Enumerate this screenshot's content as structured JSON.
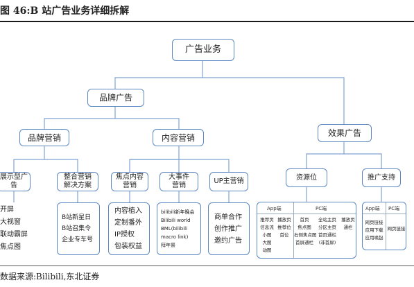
{
  "figure": {
    "title": "图 46:B 站广告业务详细拆解",
    "source": "数据来源:Bilibili,东北证券"
  },
  "nodes": {
    "root": "广告业务",
    "brand_ads": "品牌广告",
    "performance_ads": "效果广告",
    "brand_marketing": "品牌营销",
    "content_marketing": "内容营销",
    "display_ads": "展示型广告",
    "integrated_marketing": "整合营销解决方案",
    "focus_content": "焦点内容营销",
    "major_events": "大事件营销",
    "up_marketing": "UP主营销",
    "resource_slot": "资源位",
    "promotion_support": "推广支持"
  },
  "leaves": {
    "display_ads": [
      "开屏",
      "大视窗",
      "联动霸屏",
      "焦点图"
    ],
    "integrated_marketing": [
      "B站新星日",
      "B站召集令",
      "企业专车号"
    ],
    "focus_content": [
      "内容植入",
      "定制番外",
      "IP授权",
      "包装权益"
    ],
    "major_events": [
      "bilibili新年晚会",
      "Bilibili world",
      "BML(bilibili",
      "macro link)",
      "拜年祭"
    ],
    "up_marketing": [
      "商单合作",
      "创作推广",
      "邀约广告"
    ]
  },
  "resource_slot": {
    "headers": {
      "app": "App端",
      "pc": "PC端"
    },
    "app_cols": [
      [
        "推荐页",
        "信息流",
        "小图",
        "大图",
        "动图"
      ],
      [
        "播放页",
        "推荐位",
        "首位"
      ]
    ],
    "pc_cols": [
      [
        "首页",
        "焦点图",
        "右侧焦点图",
        "首屏通栏"
      ],
      [
        "全站主页",
        "分区主页",
        "首页通栏",
        "(非首屏)"
      ],
      [
        "播放页",
        "通栏"
      ]
    ]
  },
  "promotion_support": {
    "headers": {
      "app": "App端",
      "pc": "PC端"
    },
    "app_items": [
      "网页链接",
      "应用下载",
      "应用唤起"
    ],
    "pc_items": [
      "网页链接"
    ]
  }
}
